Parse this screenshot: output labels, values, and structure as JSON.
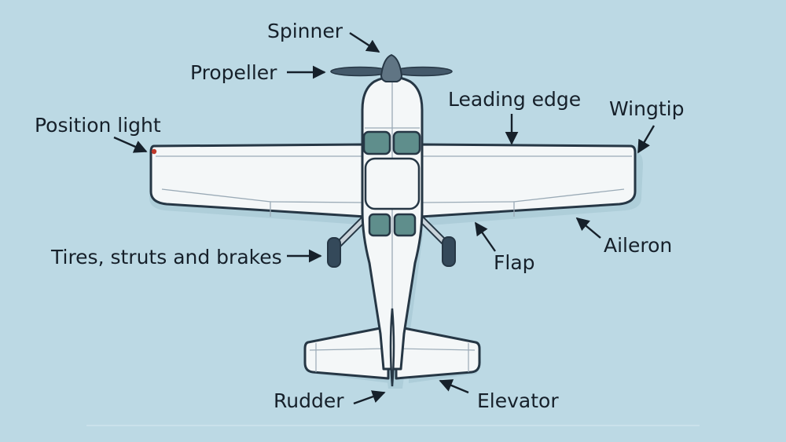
{
  "labels": {
    "spinner": "Spinner",
    "propeller": "Propeller",
    "leading_edge": "Leading edge",
    "wingtip": "Wingtip",
    "position_light": "Position light",
    "tires": "Tires, struts and brakes",
    "flap": "Flap",
    "aileron": "Aileron",
    "rudder": "Rudder",
    "elevator": "Elevator"
  },
  "colors": {
    "background": "#bcd9e4",
    "shadow": "#a9c9d6",
    "body_fill": "#f4f7f8",
    "outline": "#263745",
    "panel_line": "#9aaab6",
    "glass": "#5f8e8c",
    "propeller": "#44596a",
    "tire": "#34495a",
    "position_light": "#c0392b",
    "text": "#16202a"
  },
  "icons": [
    "callout-arrow"
  ]
}
